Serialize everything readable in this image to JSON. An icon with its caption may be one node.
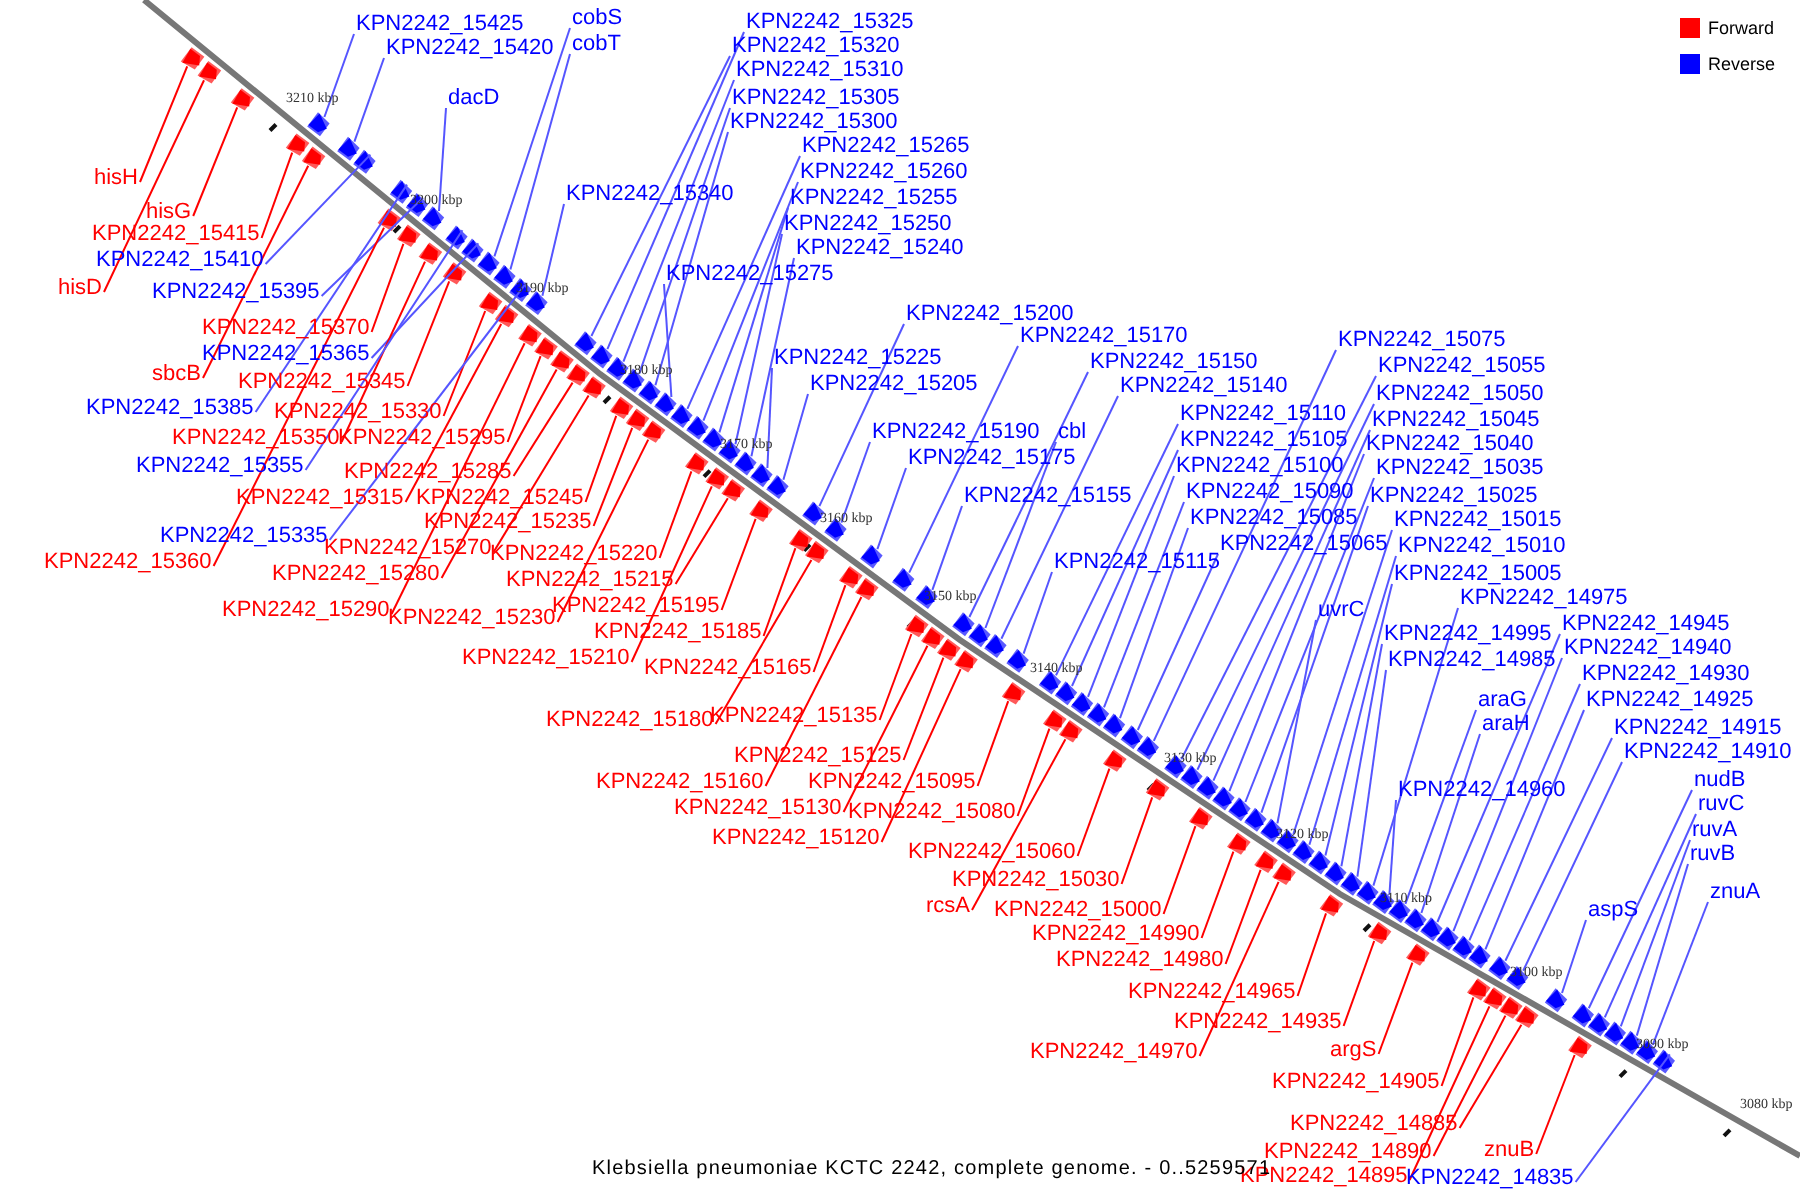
{
  "diagram": {
    "caption": "Klebsiella pneumoniae KCTC 2242, complete genome. - 0..5259571",
    "nodes": [
      {
        "text": [
          "KPN2242_15425"
        ]
      },
      {
        "text": [
          "KPN2242_15420"
        ]
      },
      {
        "text": [
          "cobS"
        ]
      },
      {
        "text": [
          "cobT"
        ]
      },
      {
        "text": [
          "dacD"
        ]
      },
      {
        "text": [
          "KPN2242_15325"
        ]
      },
      {
        "text": [
          "KPN2242_15320"
        ]
      },
      {
        "text": [
          "KPN2242_15310"
        ]
      },
      {
        "text": [
          "KPN2242_15305"
        ]
      },
      {
        "text": [
          "KPN2242_15300"
        ]
      },
      {
        "text": [
          "KPN2242_15265"
        ]
      },
      {
        "text": [
          "KPN2242_15260"
        ]
      },
      {
        "text": [
          "KPN2242_15340"
        ]
      },
      {
        "text": [
          "KPN2242_15255"
        ]
      },
      {
        "text": [
          "KPN2242_15250"
        ]
      },
      {
        "text": [
          "KPN2242_15240"
        ]
      },
      {
        "text": [
          "KPN2242_15275"
        ]
      },
      {
        "text": [
          "KPN2242_15200"
        ]
      },
      {
        "text": [
          "KPN2242_15170"
        ]
      },
      {
        "text": [
          "KPN2242_15075"
        ]
      },
      {
        "text": [
          "KPN2242_15225"
        ]
      },
      {
        "text": [
          "KPN2242_15150"
        ]
      },
      {
        "text": [
          "KPN2242_15055"
        ]
      },
      {
        "text": [
          "KPN2242_15205"
        ]
      },
      {
        "text": [
          "KPN2242_15140"
        ]
      },
      {
        "text": [
          "KPN2242_15050"
        ]
      },
      {
        "text": [
          "KPN2242_15110"
        ]
      },
      {
        "text": [
          "KPN2242_15045"
        ]
      },
      {
        "text": [
          "KPN2242_15190"
        ]
      },
      {
        "text": [
          "cbl"
        ]
      },
      {
        "text": [
          "KPN2242_15105"
        ]
      },
      {
        "text": [
          "KPN2242_15040"
        ]
      },
      {
        "text": [
          "KPN2242_15175"
        ]
      },
      {
        "text": [
          "KPN2242_15100"
        ]
      },
      {
        "text": [
          "KPN2242_15035"
        ]
      },
      {
        "text": [
          "KPN2242_15090"
        ]
      },
      {
        "text": [
          "KPN2242_15155"
        ]
      },
      {
        "text": [
          "KPN2242_15025"
        ]
      },
      {
        "text": [
          "KPN2242_15085"
        ]
      },
      {
        "text": [
          "KPN2242_15015"
        ]
      },
      {
        "text": [
          "KPN2242_15065"
        ]
      },
      {
        "text": [
          "KPN2242_15010"
        ]
      },
      {
        "text": [
          "KPN2242_15115"
        ]
      },
      {
        "text": [
          "KPN2242_15005"
        ]
      },
      {
        "text": [
          "KPN2242_14975"
        ]
      },
      {
        "text": [
          "uvrC"
        ]
      },
      {
        "text": [
          "KPN2242_14945"
        ]
      },
      {
        "text": [
          "KPN2242_14995"
        ]
      },
      {
        "text": [
          "KPN2242_14940"
        ]
      },
      {
        "text": [
          "KPN2242_14985"
        ]
      },
      {
        "text": [
          "KPN2242_14930"
        ]
      },
      {
        "text": [
          "araG"
        ]
      },
      {
        "text": [
          "KPN2242_14925"
        ]
      },
      {
        "text": [
          "araH"
        ]
      },
      {
        "text": [
          "KPN2242_14915"
        ]
      },
      {
        "text": [
          "KPN2242_14910"
        ]
      },
      {
        "text": [
          "nudB"
        ]
      },
      {
        "text": [
          "KPN2242_14960"
        ]
      },
      {
        "text": [
          "ruvC"
        ]
      },
      {
        "text": [
          "ruvA"
        ]
      },
      {
        "text": [
          "ruvB"
        ]
      },
      {
        "text": [
          "znuA"
        ]
      },
      {
        "text": [
          "aspS"
        ]
      },
      {
        "text": [
          "hisH"
        ]
      },
      {
        "text": [
          "hisG"
        ]
      },
      {
        "text": [
          "KPN2242_15415"
        ]
      },
      {
        "text": [
          "KPN2242_15410"
        ]
      },
      {
        "text": [
          "hisD"
        ]
      },
      {
        "text": [
          "KPN2242_15395"
        ]
      },
      {
        "text": [
          "KPN2242_15370"
        ]
      },
      {
        "text": [
          "KPN2242_15365"
        ]
      },
      {
        "text": [
          "sbcB"
        ]
      },
      {
        "text": [
          "KPN2242_15345"
        ]
      },
      {
        "text": [
          "KPN2242_15385"
        ]
      },
      {
        "text": [
          "KPN2242_15330"
        ]
      },
      {
        "text": [
          "KPN2242_15350"
        ]
      },
      {
        "text": [
          "KPN2242_15295"
        ]
      },
      {
        "text": [
          "KPN2242_15355"
        ]
      },
      {
        "text": [
          "KPN2242_15285"
        ]
      },
      {
        "text": [
          "KPN2242_15315"
        ]
      },
      {
        "text": [
          "KPN2242_15245"
        ]
      },
      {
        "text": [
          "KPN2242_15235"
        ]
      },
      {
        "text": [
          "KPN2242_15335"
        ]
      },
      {
        "text": [
          "KPN2242_15270"
        ]
      },
      {
        "text": [
          "KPN2242_15220"
        ]
      },
      {
        "text": [
          "KPN2242_15360"
        ]
      },
      {
        "text": [
          "KPN2242_15280"
        ]
      },
      {
        "text": [
          "KPN2242_15215"
        ]
      },
      {
        "text": [
          "KPN2242_15195"
        ]
      },
      {
        "text": [
          "KPN2242_15290"
        ]
      },
      {
        "text": [
          "KPN2242_15230"
        ]
      },
      {
        "text": [
          "KPN2242_15185"
        ]
      },
      {
        "text": [
          "KPN2242_15210"
        ]
      },
      {
        "text": [
          "KPN2242_15165"
        ]
      },
      {
        "text": [
          "KPN2242_15135"
        ]
      },
      {
        "text": [
          "KPN2242_15180"
        ]
      },
      {
        "text": [
          "KPN2242_15125"
        ]
      },
      {
        "text": [
          "KPN2242_15160"
        ]
      },
      {
        "text": [
          "KPN2242_15095"
        ]
      },
      {
        "text": [
          "KPN2242_15130"
        ]
      },
      {
        "text": [
          "KPN2242_15080"
        ]
      },
      {
        "text": [
          "KPN2242_15120"
        ]
      },
      {
        "text": [
          "KPN2242_15060"
        ]
      },
      {
        "text": [
          "KPN2242_15030"
        ]
      },
      {
        "text": [
          "rcsA"
        ]
      },
      {
        "text": [
          "KPN2242_15000"
        ]
      },
      {
        "text": [
          "KPN2242_14990"
        ]
      },
      {
        "text": [
          "KPN2242_14980"
        ]
      },
      {
        "text": [
          "KPN2242_14965"
        ]
      },
      {
        "text": [
          "KPN2242_14935"
        ]
      },
      {
        "text": [
          "argS"
        ]
      },
      {
        "text": [
          "KPN2242_14970"
        ]
      },
      {
        "text": [
          "KPN2242_14905"
        ]
      },
      {
        "text": [
          "KPN2242_14885"
        ]
      },
      {
        "text": [
          "znuB"
        ]
      },
      {
        "text": [
          "KPN2242_14890"
        ]
      },
      {
        "text": [
          "KPN2242_14895"
        ]
      },
      {
        "text": [
          "KPN2242_14835"
        ]
      },
      {
        "text": [],
        "shape": "arrow"
      },
      {
        "text": [],
        "shape": "arrow"
      },
      {
        "text": [],
        "shape": "arrow"
      },
      {
        "text": [],
        "shape": "arrow"
      },
      {
        "text": [],
        "shape": "arrow"
      },
      {
        "text": [],
        "shape": "arrow"
      },
      {
        "text": [],
        "shape": "arrow"
      },
      {
        "text": [],
        "shape": "arrow"
      },
      {
        "text": [],
        "shape": "arrow"
      },
      {
        "text": [],
        "shape": "arrow"
      },
      {
        "text": [],
        "shape": "arrow"
      },
      {
        "text": [],
        "shape": "arrow"
      },
      {
        "text": [],
        "shape": "arrow"
      },
      {
        "text": [],
        "shape": "arrow"
      },
      {
        "text": [],
        "shape": "arrow"
      },
      {
        "text": [],
        "shape": "arrow"
      },
      {
        "text": [],
        "shape": "arrow"
      },
      {
        "text": [],
        "shape": "arrow"
      },
      {
        "text": [],
        "shape": "arrow"
      },
      {
        "text": [],
        "shape": "arrow"
      },
      {
        "text": [],
        "shape": "arrow"
      },
      {
        "text": [],
        "shape": "arrow"
      },
      {
        "text": [],
        "shape": "arrow"
      },
      {
        "text": [],
        "shape": "arrow"
      },
      {
        "text": [],
        "shape": "arrow"
      },
      {
        "text": [],
        "shape": "arrow"
      },
      {
        "text": [],
        "shape": "arrow"
      },
      {
        "text": [],
        "shape": "arrow"
      },
      {
        "text": [],
        "shape": "arrow"
      },
      {
        "text": [],
        "shape": "arrow"
      },
      {
        "text": [],
        "shape": "arrow"
      },
      {
        "text": [],
        "shape": "arrow"
      },
      {
        "text": [],
        "shape": "arrow"
      },
      {
        "text": [],
        "shape": "arrow"
      },
      {
        "text": [],
        "shape": "arrow"
      },
      {
        "text": [],
        "shape": "arrow"
      },
      {
        "text": [],
        "shape": "arrow"
      },
      {
        "text": [],
        "shape": "arrow"
      },
      {
        "text": [],
        "shape": "arrow"
      },
      {
        "text": [],
        "shape": "arrow"
      },
      {
        "text": [],
        "shape": "arrow"
      },
      {
        "text": [],
        "shape": "arrow"
      },
      {
        "text": [],
        "shape": "arrow"
      },
      {
        "text": [],
        "shape": "arrow"
      },
      {
        "text": [],
        "shape": "arrow"
      },
      {
        "text": [],
        "shape": "arrow"
      },
      {
        "text": [],
        "shape": "arrow"
      },
      {
        "text": [],
        "shape": "arrow"
      },
      {
        "text": [],
        "shape": "arrow"
      },
      {
        "text": [],
        "shape": "arrow"
      },
      {
        "text": [],
        "shape": "arrow"
      },
      {
        "text": [],
        "shape": "arrow"
      },
      {
        "text": [],
        "shape": "arrow"
      },
      {
        "text": [],
        "shape": "arrow"
      },
      {
        "text": [],
        "shape": "arrow"
      },
      {
        "text": [],
        "shape": "arrow"
      },
      {
        "text": [],
        "shape": "arrow"
      },
      {
        "text": [],
        "shape": "arrow"
      },
      {
        "text": [],
        "shape": "arrow"
      },
      {
        "text": [],
        "shape": "arrow"
      },
      {
        "text": [],
        "shape": "arrow"
      },
      {
        "text": [],
        "shape": "arrow"
      },
      {
        "text": [],
        "shape": "arrow"
      },
      {
        "text": [],
        "shape": "arrow"
      },
      {
        "text": [],
        "shape": "arrow"
      },
      {
        "text": [],
        "shape": "arrow"
      },
      {
        "text": [],
        "shape": "arrow"
      },
      {
        "text": [],
        "shape": "arrow"
      },
      {
        "text": [],
        "shape": "arrow"
      },
      {
        "text": [],
        "shape": "arrow"
      },
      {
        "text": [],
        "shape": "arrow"
      },
      {
        "text": [],
        "shape": "arrow"
      },
      {
        "text": [],
        "shape": "arrow"
      },
      {
        "text": [],
        "shape": "arrow"
      },
      {
        "text": [],
        "shape": "arrow"
      },
      {
        "text": [],
        "shape": "arrow"
      },
      {
        "text": [],
        "shape": "arrow"
      },
      {
        "text": [],
        "shape": "arrow"
      },
      {
        "text": [],
        "shape": "arrow"
      },
      {
        "text": [],
        "shape": "arrow"
      },
      {
        "text": [],
        "shape": "arrow"
      },
      {
        "text": [],
        "shape": "arrow"
      },
      {
        "text": [],
        "shape": "arrow"
      },
      {
        "text": [],
        "shape": "arrow"
      },
      {
        "text": [],
        "shape": "arrow"
      },
      {
        "text": [],
        "shape": "arrow"
      },
      {
        "text": [],
        "shape": "arrow"
      },
      {
        "text": [],
        "shape": "arrow"
      },
      {
        "text": [],
        "shape": "arrow"
      },
      {
        "text": [],
        "shape": "arrow"
      },
      {
        "text": [],
        "shape": "arrow"
      },
      {
        "text": [],
        "shape": "arrow"
      },
      {
        "text": [],
        "shape": "arrow"
      },
      {
        "text": [],
        "shape": "arrow"
      },
      {
        "text": [],
        "shape": "arrow"
      },
      {
        "text": [],
        "shape": "arrow"
      },
      {
        "text": [],
        "shape": "arrow"
      },
      {
        "text": [],
        "shape": "arrow"
      },
      {
        "text": [],
        "shape": "arrow"
      },
      {
        "text": [],
        "shape": "arrow"
      },
      {
        "text": [],
        "shape": "arrow"
      },
      {
        "text": [],
        "shape": "arrow"
      },
      {
        "text": [],
        "shape": "arrow"
      },
      {
        "text": [],
        "shape": "arrow"
      },
      {
        "text": [],
        "shape": "arrow"
      },
      {
        "text": [],
        "shape": "arrow"
      },
      {
        "text": [],
        "shape": "arrow"
      },
      {
        "text": [],
        "shape": "arrow"
      },
      {
        "text": [],
        "shape": "arrow"
      },
      {
        "text": [],
        "shape": "arrow"
      },
      {
        "text": [],
        "shape": "arrow"
      },
      {
        "text": [],
        "shape": "arrow"
      },
      {
        "text": [],
        "shape": "arrow"
      },
      {
        "text": [],
        "shape": "arrow"
      },
      {
        "text": [],
        "shape": "arrow"
      },
      {
        "text": [],
        "shape": "arrow"
      },
      {
        "text": [],
        "shape": "arrow"
      },
      {
        "text": [],
        "shape": "arrow"
      }
    ],
    "edges": [
      {
        "from": 0,
        "to": 118,
        "arrow": "none"
      },
      {
        "from": 1,
        "to": 119,
        "arrow": "none"
      },
      {
        "from": 2,
        "to": 120,
        "arrow": "none"
      },
      {
        "from": 3,
        "to": 121,
        "arrow": "none"
      },
      {
        "from": 4,
        "to": 122,
        "arrow": "none"
      },
      {
        "from": 5,
        "to": 123,
        "arrow": "none"
      },
      {
        "from": 6,
        "to": 124,
        "arrow": "none"
      },
      {
        "from": 7,
        "to": 125,
        "arrow": "none"
      },
      {
        "from": 8,
        "to": 126,
        "arrow": "none"
      },
      {
        "from": 9,
        "to": 127,
        "arrow": "none"
      },
      {
        "from": 10,
        "to": 128,
        "arrow": "none"
      },
      {
        "from": 11,
        "to": 129,
        "arrow": "none"
      },
      {
        "from": 12,
        "to": 130,
        "arrow": "none"
      },
      {
        "from": 13,
        "to": 131,
        "arrow": "none"
      },
      {
        "from": 14,
        "to": 132,
        "arrow": "none"
      },
      {
        "from": 15,
        "to": 133,
        "arrow": "none"
      },
      {
        "from": 16,
        "to": 134,
        "arrow": "none"
      },
      {
        "from": 17,
        "to": 135,
        "arrow": "none"
      },
      {
        "from": 18,
        "to": 136,
        "arrow": "none"
      },
      {
        "from": 19,
        "to": 137,
        "arrow": "none"
      },
      {
        "from": 20,
        "to": 138,
        "arrow": "none"
      },
      {
        "from": 21,
        "to": 139,
        "arrow": "none"
      },
      {
        "from": 22,
        "to": 140,
        "arrow": "none"
      },
      {
        "from": 23,
        "to": 141,
        "arrow": "none"
      },
      {
        "from": 24,
        "to": 142,
        "arrow": "none"
      },
      {
        "from": 25,
        "to": 143,
        "arrow": "none"
      },
      {
        "from": 26,
        "to": 144,
        "arrow": "none"
      },
      {
        "from": 27,
        "to": 145,
        "arrow": "none"
      },
      {
        "from": 28,
        "to": 146,
        "arrow": "none"
      },
      {
        "from": 29,
        "to": 147,
        "arrow": "none"
      },
      {
        "from": 30,
        "to": 148,
        "arrow": "none"
      },
      {
        "from": 31,
        "to": 149,
        "arrow": "none"
      },
      {
        "from": 32,
        "to": 150,
        "arrow": "none"
      },
      {
        "from": 33,
        "to": 151,
        "arrow": "none"
      },
      {
        "from": 34,
        "to": 152,
        "arrow": "none"
      },
      {
        "from": 35,
        "to": 153,
        "arrow": "none"
      },
      {
        "from": 36,
        "to": 154,
        "arrow": "none"
      },
      {
        "from": 37,
        "to": 155,
        "arrow": "none"
      },
      {
        "from": 38,
        "to": 156,
        "arrow": "none"
      },
      {
        "from": 39,
        "to": 157,
        "arrow": "none"
      },
      {
        "from": 40,
        "to": 158,
        "arrow": "none"
      },
      {
        "from": 41,
        "to": 159,
        "arrow": "none"
      },
      {
        "from": 42,
        "to": 160,
        "arrow": "none"
      },
      {
        "from": 43,
        "to": 161,
        "arrow": "none"
      },
      {
        "from": 44,
        "to": 162,
        "arrow": "none"
      },
      {
        "from": 45,
        "to": 163,
        "arrow": "none"
      },
      {
        "from": 46,
        "to": 164,
        "arrow": "none"
      },
      {
        "from": 47,
        "to": 165,
        "arrow": "none"
      },
      {
        "from": 48,
        "to": 166,
        "arrow": "none"
      },
      {
        "from": 49,
        "to": 167,
        "arrow": "none"
      },
      {
        "from": 50,
        "to": 168,
        "arrow": "none"
      },
      {
        "from": 51,
        "to": 169,
        "arrow": "none"
      },
      {
        "from": 52,
        "to": 170,
        "arrow": "none"
      },
      {
        "from": 53,
        "to": 171,
        "arrow": "none"
      },
      {
        "from": 54,
        "to": 172,
        "arrow": "none"
      },
      {
        "from": 55,
        "to": 173,
        "arrow": "none"
      },
      {
        "from": 56,
        "to": 174,
        "arrow": "none"
      },
      {
        "from": 57,
        "to": 175,
        "arrow": "none"
      },
      {
        "from": 58,
        "to": 176,
        "arrow": "none"
      },
      {
        "from": 59,
        "to": 177,
        "arrow": "none"
      },
      {
        "from": 60,
        "to": 178,
        "arrow": "none"
      },
      {
        "from": 61,
        "to": 179,
        "arrow": "none"
      },
      {
        "from": 62,
        "to": 180,
        "arrow": "none"
      },
      {
        "from": 63,
        "to": 181,
        "arrow": "none",
        "color": "#ff0000"
      },
      {
        "from": 64,
        "to": 182,
        "arrow": "none",
        "color": "#ff0000"
      },
      {
        "from": 65,
        "to": 183,
        "arrow": "none",
        "color": "#ff0000"
      },
      {
        "from": 66,
        "to": 184,
        "arrow": "none"
      },
      {
        "from": 67,
        "to": 185,
        "arrow": "none",
        "color": "#ff0000"
      },
      {
        "from": 68,
        "to": 186,
        "arrow": "none"
      },
      {
        "from": 69,
        "to": 187,
        "arrow": "none",
        "color": "#ff0000"
      },
      {
        "from": 70,
        "to": 188,
        "arrow": "none"
      },
      {
        "from": 71,
        "to": 189,
        "arrow": "none",
        "color": "#ff0000"
      },
      {
        "from": 72,
        "to": 190,
        "arrow": "none",
        "color": "#ff0000"
      },
      {
        "from": 73,
        "to": 191,
        "arrow": "none"
      },
      {
        "from": 74,
        "to": 192,
        "arrow": "none",
        "color": "#ff0000"
      },
      {
        "from": 75,
        "to": 193,
        "arrow": "none",
        "color": "#ff0000"
      },
      {
        "from": 76,
        "to": 194,
        "arrow": "none",
        "color": "#ff0000"
      },
      {
        "from": 77,
        "to": 195,
        "arrow": "none"
      },
      {
        "from": 78,
        "to": 196,
        "arrow": "none",
        "color": "#ff0000"
      },
      {
        "from": 79,
        "to": 197,
        "arrow": "none",
        "color": "#ff0000"
      },
      {
        "from": 80,
        "to": 198,
        "arrow": "none",
        "color": "#ff0000"
      },
      {
        "from": 81,
        "to": 199,
        "arrow": "none",
        "color": "#ff0000"
      },
      {
        "from": 82,
        "to": 200,
        "arrow": "none"
      },
      {
        "from": 83,
        "to": 201,
        "arrow": "none",
        "color": "#ff0000"
      },
      {
        "from": 84,
        "to": 202,
        "arrow": "none",
        "color": "#ff0000"
      },
      {
        "from": 85,
        "to": 203,
        "arrow": "none",
        "color": "#ff0000"
      },
      {
        "from": 86,
        "to": 204,
        "arrow": "none",
        "color": "#ff0000"
      },
      {
        "from": 87,
        "to": 205,
        "arrow": "none",
        "color": "#ff0000"
      },
      {
        "from": 88,
        "to": 206,
        "arrow": "none",
        "color": "#ff0000"
      },
      {
        "from": 89,
        "to": 207,
        "arrow": "none",
        "color": "#ff0000"
      },
      {
        "from": 90,
        "to": 208,
        "arrow": "none",
        "color": "#ff0000"
      },
      {
        "from": 91,
        "to": 209,
        "arrow": "none",
        "color": "#ff0000"
      },
      {
        "from": 92,
        "to": 210,
        "arrow": "none",
        "color": "#ff0000"
      },
      {
        "from": 93,
        "to": 211,
        "arrow": "none",
        "color": "#ff0000"
      },
      {
        "from": 94,
        "to": 212,
        "arrow": "none",
        "color": "#ff0000"
      },
      {
        "from": 95,
        "to": 213,
        "arrow": "none",
        "color": "#ff0000"
      },
      {
        "from": 96,
        "to": 214,
        "arrow": "none",
        "color": "#ff0000"
      },
      {
        "from": 97,
        "to": 215,
        "arrow": "none",
        "color": "#ff0000"
      },
      {
        "from": 98,
        "to": 216,
        "arrow": "none",
        "color": "#ff0000"
      },
      {
        "from": 99,
        "to": 217,
        "arrow": "none",
        "color": "#ff0000"
      },
      {
        "from": 100,
        "to": 218,
        "arrow": "none",
        "color": "#ff0000"
      },
      {
        "from": 101,
        "to": 219,
        "arrow": "none",
        "color": "#ff0000"
      },
      {
        "from": 102,
        "to": 220,
        "arrow": "none",
        "color": "#ff0000"
      },
      {
        "from": 103,
        "to": 221,
        "arrow": "none",
        "color": "#ff0000"
      },
      {
        "from": 104,
        "to": 222,
        "arrow": "none",
        "color": "#ff0000"
      },
      {
        "from": 105,
        "to": 223,
        "arrow": "none",
        "color": "#ff0000"
      },
      {
        "from": 106,
        "to": 224,
        "arrow": "none",
        "color": "#ff0000"
      },
      {
        "from": 107,
        "to": 225,
        "arrow": "none",
        "color": "#ff0000"
      },
      {
        "from": 108,
        "to": 226,
        "arrow": "none",
        "color": "#ff0000"
      },
      {
        "from": 109,
        "to": 227,
        "arrow": "none",
        "color": "#ff0000"
      },
      {
        "from": 110,
        "to": 228,
        "arrow": "none",
        "color": "#ff0000"
      },
      {
        "from": 111,
        "to": 229,
        "arrow": "none",
        "color": "#ff0000"
      },
      {
        "from": 112,
        "to": 230,
        "arrow": "none",
        "color": "#ff0000"
      },
      {
        "from": 113,
        "to": 231,
        "arrow": "none",
        "color": "#ff0000"
      },
      {
        "from": 114,
        "to": 232,
        "arrow": "none",
        "color": "#ff0000"
      },
      {
        "from": 115,
        "to": 233,
        "arrow": "none",
        "color": "#ff0000"
      },
      {
        "from": 116,
        "to": 234,
        "arrow": "none",
        "color": "#ff0000"
      },
      {
        "from": 117,
        "to": 235,
        "arrow": "none"
      }
    ],
    "labels": [
      "3210 kbp",
      "3200 kbp",
      "3190 kbp",
      "3180 kbp",
      "3170 kbp",
      "3160 kbp",
      "3150 kbp",
      "3140 kbp",
      "3130 kbp",
      "3120 kbp",
      "3110 kbp",
      "3100 kbp",
      "3090 kbp",
      "3080 kbp"
    ],
    "legend": [
      {
        "text": "Forward",
        "color": "#ff0000"
      },
      {
        "text": "Reverse",
        "color": "#0000ff"
      }
    ]
  }
}
